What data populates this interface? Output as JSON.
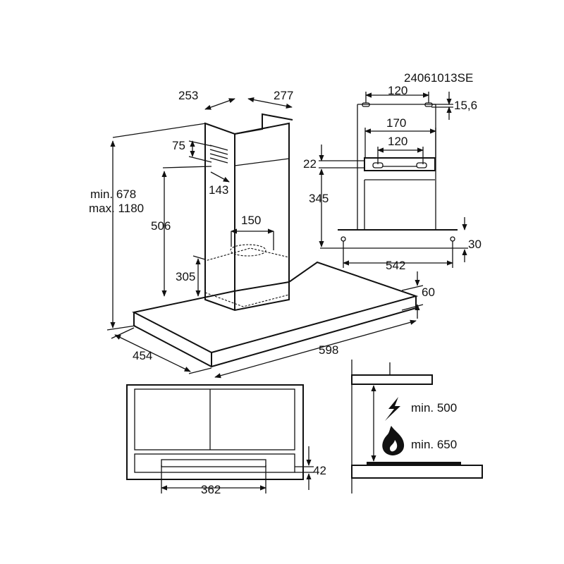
{
  "doc_code": "24061013SE",
  "main_view": {
    "chimney_w": "253",
    "chimney_d": "277",
    "vent_h": "75",
    "vent_offset": "143",
    "min_height": "min. 678",
    "max_height": "max. 1180",
    "bracket_height": "506",
    "outlet_d": "150",
    "outlet_height": "305",
    "hood_thickness": "60",
    "hood_depth": "454",
    "hood_width": "598"
  },
  "wall_view": {
    "top_holes": "120",
    "top_offset": "15,6",
    "bracket_outer": "170",
    "bracket_inner": "120",
    "bracket_gap": "22",
    "bracket_height": "345",
    "bottom_offset": "30",
    "bottom_holes": "542"
  },
  "bottom_view": {
    "filter_width": "362",
    "filter_depth": "42"
  },
  "clearance": {
    "electric": "min. 500",
    "gas": "min. 650"
  }
}
